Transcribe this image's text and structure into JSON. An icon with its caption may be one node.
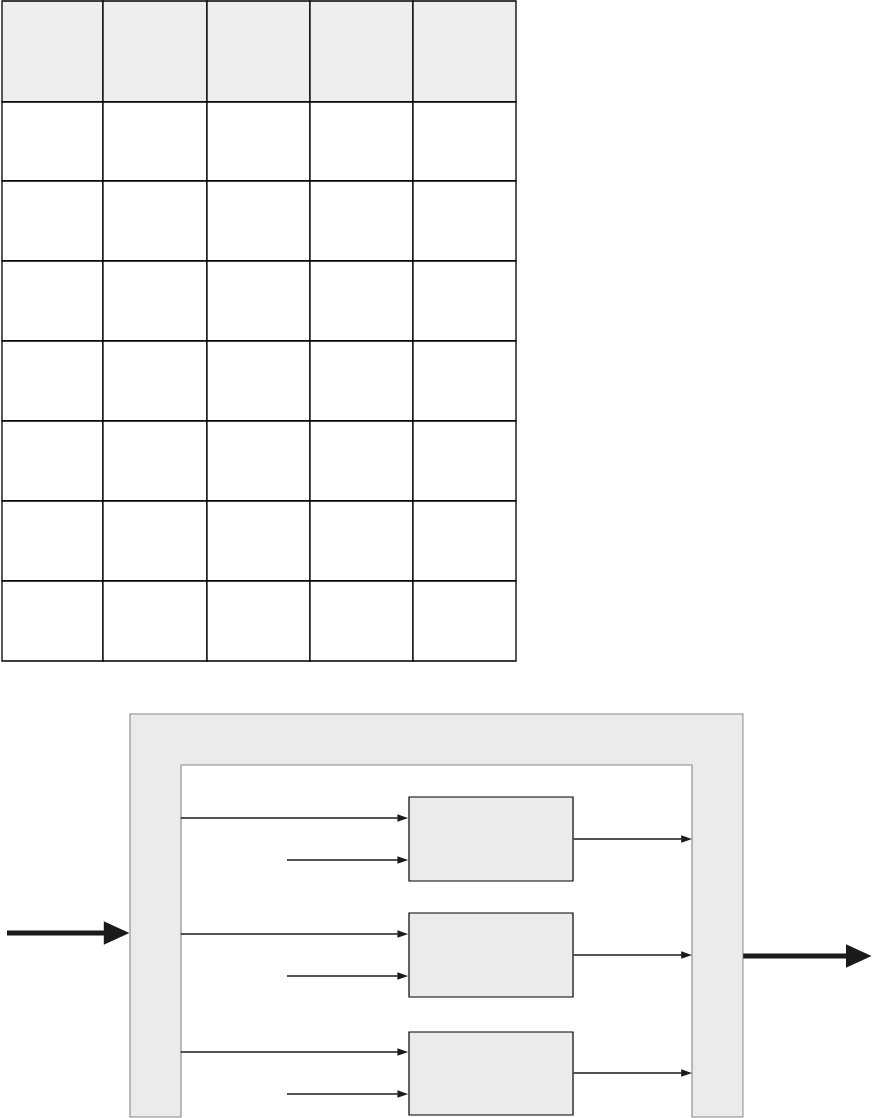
{
  "diagram": {
    "nodes": [
      {
        "text": [],
        "shape": "arch"
      },
      {
        "text": [],
        "shape": "box"
      },
      {
        "text": [],
        "shape": "box"
      },
      {
        "text": [],
        "shape": "box"
      }
    ],
    "edges": [
      {
        "from": null,
        "to": 0,
        "arrow": "to",
        "style": "thick"
      },
      {
        "from": 0,
        "to": 1,
        "arrow": "to"
      },
      {
        "from": null,
        "to": 1,
        "arrow": "to"
      },
      {
        "from": 0,
        "to": 2,
        "arrow": "to"
      },
      {
        "from": null,
        "to": 2,
        "arrow": "to"
      },
      {
        "from": 0,
        "to": 3,
        "arrow": "to"
      },
      {
        "from": null,
        "to": 3,
        "arrow": "to"
      },
      {
        "from": 1,
        "to": 0,
        "arrow": "to"
      },
      {
        "from": 2,
        "to": 0,
        "arrow": "to"
      },
      {
        "from": 3,
        "to": 0,
        "arrow": "to"
      },
      {
        "from": 0,
        "to": null,
        "arrow": "to",
        "style": "thick"
      }
    ]
  }
}
